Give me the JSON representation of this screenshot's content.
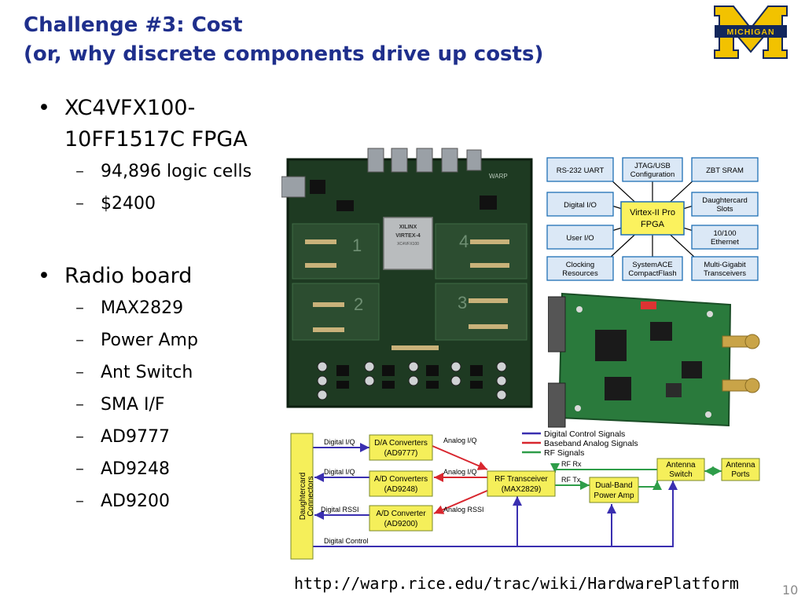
{
  "slide": {
    "title_line1": "Challenge #3: Cost",
    "title_line2": "(or, why discrete components drive up costs)",
    "page_number": "10",
    "url": "http://warp.rice.edu/trac/wiki/HardwarePlatform"
  },
  "logo": {
    "text": "MICHIGAN",
    "blue": "#12275c",
    "maize": "#f2c200"
  },
  "bullets": [
    {
      "text": "XC4VFX100-10FF1517C FPGA",
      "subs": [
        "94,896 logic cells",
        "$2400"
      ]
    },
    {
      "text": "Radio board",
      "subs": [
        "MAX2829",
        "Power Amp",
        "Ant Switch",
        "SMA I/F",
        "AD9777",
        "AD9248",
        "AD9200"
      ]
    }
  ],
  "board_photo": {
    "chip_lines": [
      "XILINX",
      "VIRTEX-4",
      "XC4VFX100"
    ],
    "board_label": "WARP",
    "quadrants": [
      "1",
      "4",
      "2",
      "3"
    ]
  },
  "fpga_diagram": {
    "center": [
      "Virtex-II Pro",
      "FPGA"
    ],
    "boxes": [
      [
        "RS-232 UART"
      ],
      [
        "JTAG/USB",
        "Configuration"
      ],
      [
        "ZBT SRAM"
      ],
      [
        "Digital I/O"
      ],
      [
        "Daughtercard",
        "Slots"
      ],
      [
        "User I/O"
      ],
      [
        "10/100",
        "Ethernet"
      ],
      [
        "Clocking",
        "Resources"
      ],
      [
        "SystemACE",
        "CompactFlash"
      ],
      [
        "Multi-Gigabit",
        "Transceivers"
      ]
    ]
  },
  "radio_diagram": {
    "legend": [
      "Digital Control Signals",
      "Baseband Analog Signals",
      "RF Signals"
    ],
    "connector": [
      "Daughtercard",
      "Connectors"
    ],
    "blocks": {
      "dac": [
        "D/A Converters",
        "(AD9777)"
      ],
      "adc": [
        "A/D Converters",
        "(AD9248)"
      ],
      "rssi_adc": [
        "A/D Converter",
        "(AD9200)"
      ],
      "transceiver": [
        "RF Transceiver",
        "(MAX2829)"
      ],
      "amp": [
        "Dual-Band",
        "Power Amp"
      ],
      "switch": [
        "Antenna",
        "Switch"
      ],
      "ports": [
        "Antenna",
        "Ports"
      ]
    },
    "labels": {
      "digital_iq": "Digital I/Q",
      "analog_iq": "Analog I/Q",
      "digital_rssi": "Digital RSSI",
      "analog_rssi": "Analog RSSI",
      "digital_control": "Digital Control",
      "rf_rx": "RF Rx",
      "rf_tx": "RF Tx"
    },
    "colors": {
      "digital": "#3a2fb0",
      "analog": "#d8262e",
      "rf": "#2e9d49",
      "block_fill": "#f5ef5a"
    }
  }
}
